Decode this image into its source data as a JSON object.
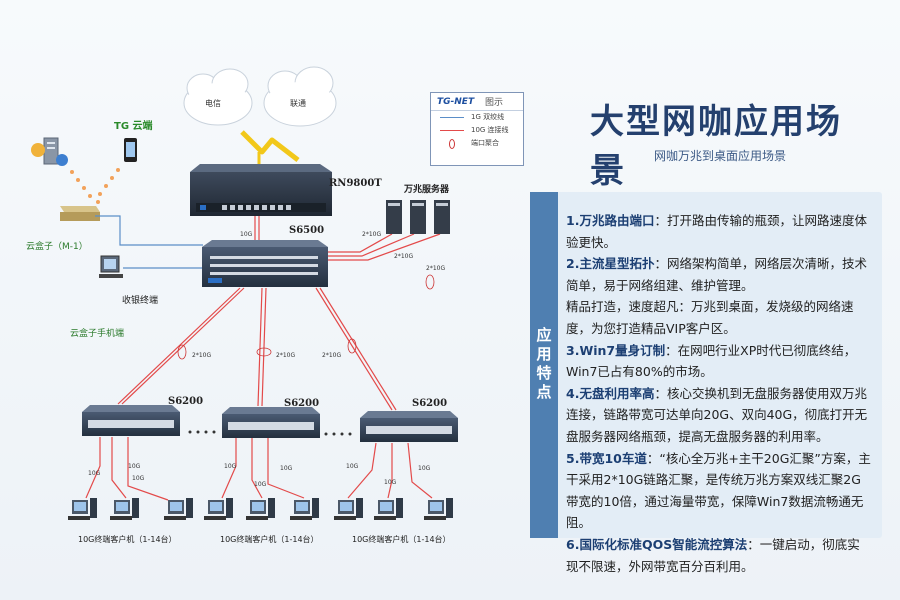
{
  "title": "大型网咖应用场景",
  "subtitle": "网咖万兆到桌面应用场景",
  "legend": {
    "brand": "TG-NET",
    "heading": "图示",
    "items": [
      "1G 双绞线",
      "10G 连接线",
      "端口聚合"
    ]
  },
  "clouds": {
    "left": "电信",
    "right": "联通"
  },
  "labels": {
    "tg_cloud": "TG 云端",
    "cloud_box_m1": "云盒子（M-1）",
    "cashier": "收银终端",
    "cloud_box_phone": "云盒子手机端",
    "servers": "万兆服务器",
    "core_router": "RN9800T",
    "core_switch": "S6500",
    "access_switch": "S6200",
    "clients": "10G终端客户机（1-14台）",
    "speed_10g": "10G",
    "speed_2x10g": "2*10G"
  },
  "panel": {
    "side_label": "应用特点",
    "items": [
      {
        "head": "1.万兆路由端口",
        "text": "：打开路由传输的瓶颈，让网路速度体验更快。"
      },
      {
        "head": "2.主流星型拓扑",
        "text": "：网络架构简单，网络层次清晰，技术简单，易于网络组建、维护管理。"
      },
      {
        "head": "",
        "text": "精品打造，速度超凡：万兆到桌面，发烧级的网络速度，为您打造精品VIP客户区。"
      },
      {
        "head": "3.Win7量身订制",
        "text": "：在网吧行业XP时代已彻底终结，Win7已占有80%的市场。"
      },
      {
        "head": "4.无盘利用率高",
        "text": "：核心交换机到无盘服务器使用双万兆连接，链路带宽可达单向20G、双向40G，彻底打开无盘服务器网络瓶颈，提高无盘服务器的利用率。"
      },
      {
        "head": "5.带宽10车道",
        "text": "：“核心全万兆+主干20G汇聚”方案，主干采用2*10G链路汇聚，是传统万兆方案双线汇聚2G带宽的10倍，通过海量带宽，保障Win7数据流畅通无阻。"
      },
      {
        "head": "6.国际化标准QOS智能流控算法",
        "text": "：一键启动，彻底实现不限速，外网带宽百分百利用。"
      }
    ]
  },
  "colors": {
    "accent": "#24406e",
    "link_1g": "#2f6fb4",
    "link_10g": "#e34a4a",
    "panel_side": "#4f7fb1"
  }
}
